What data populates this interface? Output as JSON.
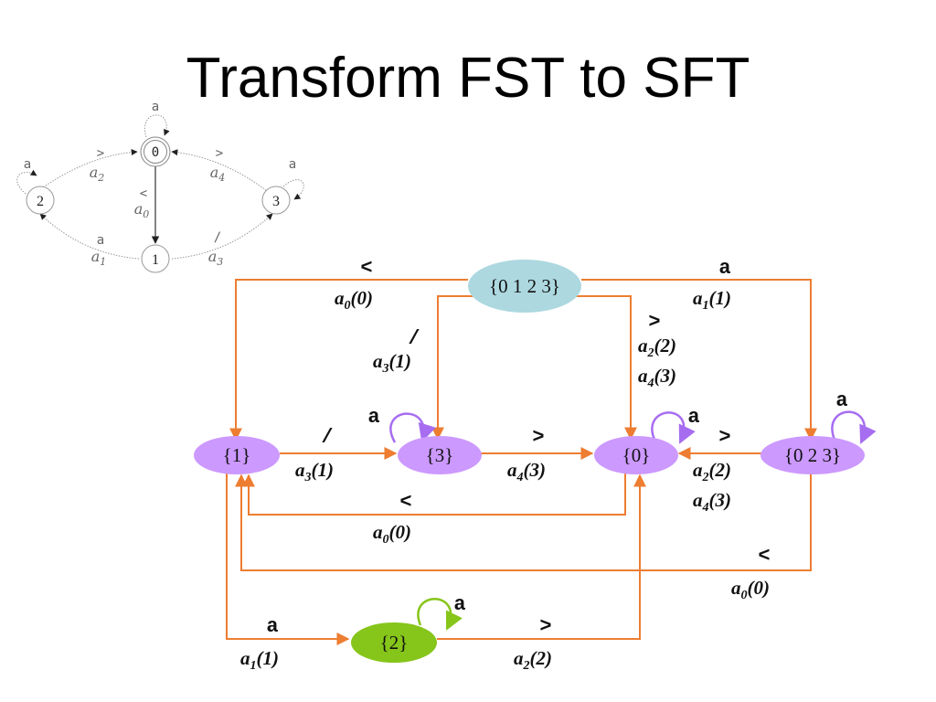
{
  "title": "Transform FST to SFT",
  "colors": {
    "edge": "#ED7D31",
    "purple_state": "#CC99FF",
    "purple_loop": "#A66DF0",
    "blue_state": "#ADD8E0",
    "green_state": "#86C51A",
    "green_loop": "#86C51A"
  },
  "fst": {
    "states": {
      "s0": "0",
      "s1": "1",
      "s2": "2",
      "s3": "3"
    },
    "labels": {
      "loop0": "a",
      "loop2": "a",
      "loop3": "a",
      "e02_sym": ">",
      "e02_out": "a",
      "e02_sub": "2",
      "e30_sym": ">",
      "e30_out": "a",
      "e30_sub": "4",
      "e01_sym": "<",
      "e01_out": "a",
      "e01_sub": "0",
      "e12_sym": "a",
      "e12_out": "a",
      "e12_sub": "1",
      "e13_sym": "/",
      "e13_out": "a",
      "e13_sub": "3"
    }
  },
  "sft": {
    "states": {
      "s0123": "{0 1 2 3}",
      "s1": "{1}",
      "s3": "{3}",
      "s0": "{0}",
      "s023": "{0 2 3}",
      "s2": "{2}"
    },
    "labels": {
      "top_left_sym": "<",
      "top_left_out": "a",
      "top_left_sub": "0",
      "top_left_arg": "(0)",
      "top_right_sym": "a",
      "top_right_out": "a",
      "top_right_sub": "1",
      "top_right_arg": "(1)",
      "mid_left_sym": "/",
      "mid_left_out": "a",
      "mid_left_sub": "3",
      "mid_left_arg": "(1)",
      "mid_right_sym": ">",
      "mid_right_out1": "a",
      "mid_right_sub1": "2",
      "mid_right_arg1": "(2)",
      "mid_right_out2": "a",
      "mid_right_sub2": "4",
      "mid_right_arg2": "(3)",
      "s1_s3_sym": "/",
      "s1_s3_out": "a",
      "s1_s3_sub": "3",
      "s1_s3_arg": "(1)",
      "s3_s0_sym": ">",
      "s3_s0_out": "a",
      "s3_s0_sub": "4",
      "s3_s0_arg": "(3)",
      "s023_s0_sym": ">",
      "s023_s0_out1": "a",
      "s023_s0_sub1": "2",
      "s023_s0_arg1": "(2)",
      "s023_s0_out2": "a",
      "s023_s0_sub2": "4",
      "s023_s0_arg2": "(3)",
      "s0_s1_sym": "<",
      "s0_s1_out": "a",
      "s0_s1_sub": "0",
      "s0_s1_arg": "(0)",
      "s023_s1_sym": "<",
      "s023_s1_out": "a",
      "s023_s1_sub": "0",
      "s023_s1_arg": "(0)",
      "s1_s2_sym": "a",
      "s1_s2_out": "a",
      "s1_s2_sub": "1",
      "s1_s2_arg": "(1)",
      "s2_s0_sym": ">",
      "s2_s0_out": "a",
      "s2_s0_sub": "2",
      "s2_s0_arg": "(2)",
      "loop_s3": "a",
      "loop_s0": "a",
      "loop_s023": "a",
      "loop_s2": "a"
    }
  }
}
